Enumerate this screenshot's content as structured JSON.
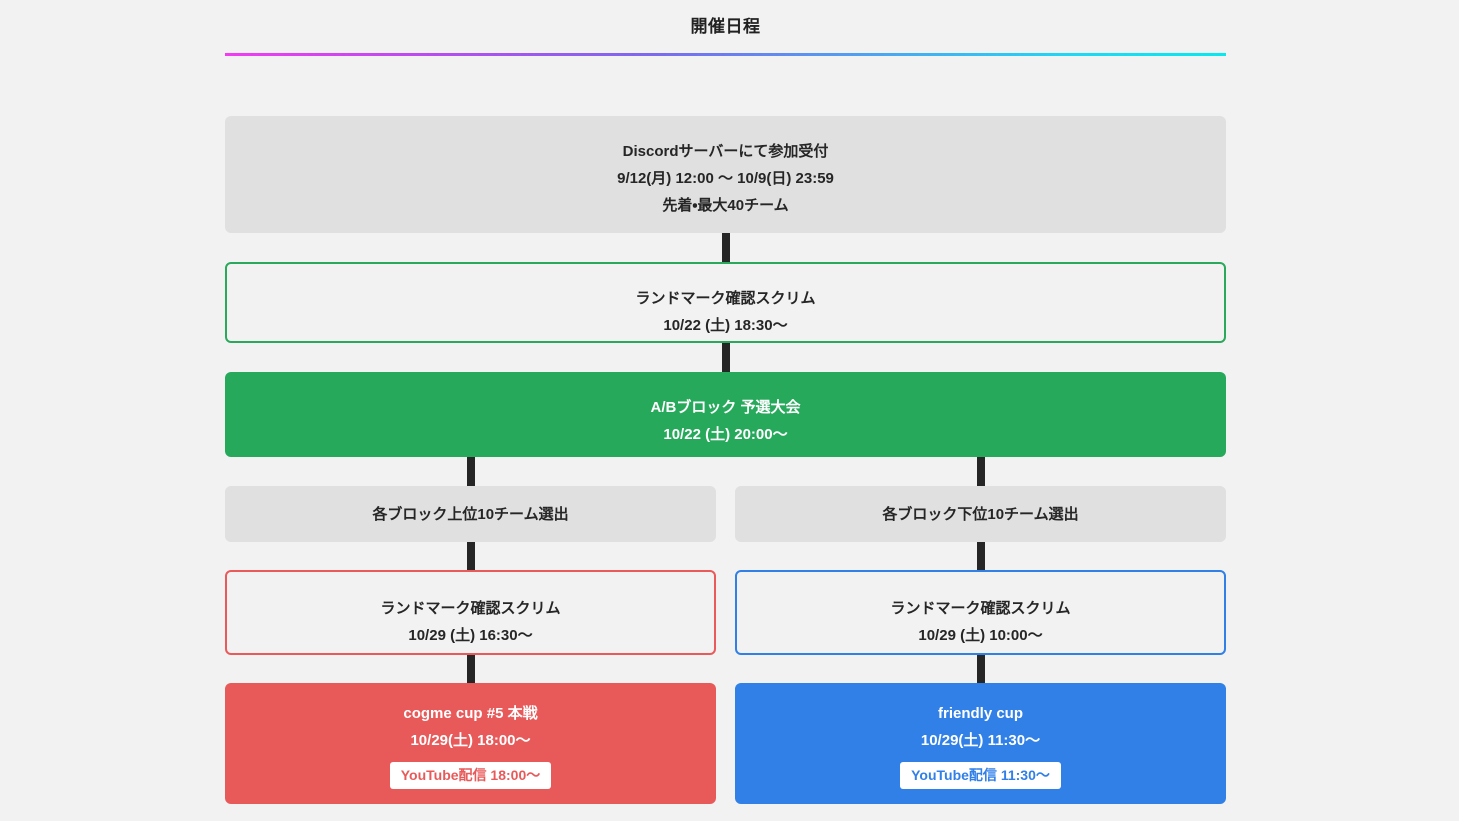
{
  "header": {
    "title": "開催日程",
    "rule_gradient": [
      "#f23bf2",
      "#7d68ee",
      "#07e8ef"
    ]
  },
  "colors": {
    "page_background": "#f2f2f2",
    "gray_node": "#e0e0e0",
    "green": "#26a95b",
    "red": "#e85a5a",
    "blue": "#3080e8",
    "connector": "#262626",
    "text": "#262626",
    "text_inverse": "#ffffff"
  },
  "flow": {
    "entry": {
      "title": "Discordサーバーにて参加受付",
      "schedule": "9/12(月) 12:00 〜 10/9(日) 23:59",
      "note": "先着・最大40チーム"
    },
    "scrim_qualifier": {
      "title": "ランドマーク確認スクリム",
      "schedule": "10/22 (土) 18:30〜"
    },
    "qualifier": {
      "title": "A/Bブロック 予選大会",
      "schedule": "10/22 (土) 20:00〜"
    },
    "branches": [
      {
        "id": "upper",
        "accent": "#e85a5a",
        "select": {
          "title": "各ブロック上位10チーム選出"
        },
        "scrim": {
          "title": "ランドマーク確認スクリム",
          "schedule": "10/29 (土) 16:30〜"
        },
        "final": {
          "title": "cogme cup #5 本戦",
          "schedule": "10/29(土) 18:00〜",
          "badge": "YouTube配信 18:00〜"
        }
      },
      {
        "id": "lower",
        "accent": "#3080e8",
        "select": {
          "title": "各ブロック下位10チーム選出"
        },
        "scrim": {
          "title": "ランドマーク確認スクリム",
          "schedule": "10/29 (土) 10:00〜"
        },
        "final": {
          "title": "friendly cup",
          "schedule": "10/29(土) 11:30〜",
          "badge": "YouTube配信 11:30〜"
        }
      }
    ]
  }
}
